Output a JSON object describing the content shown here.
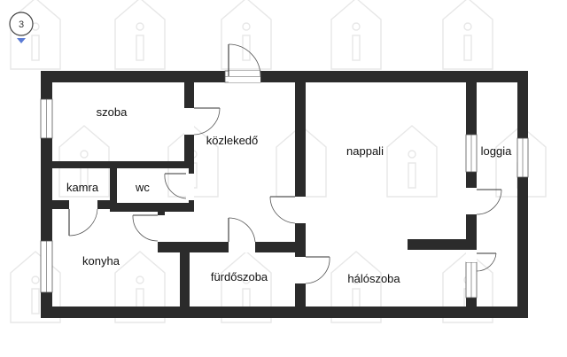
{
  "floor_badge": {
    "label": "3",
    "icon": "floor-level-icon",
    "accent": "#5b7bd5"
  },
  "rooms": {
    "szoba": "szoba",
    "kozlekedo": "közlekedő",
    "kamra": "kamra",
    "wc": "wc",
    "nappali": "nappali",
    "loggia": "loggia",
    "konyha": "konyha",
    "furdoszoba": "fürdőszoba",
    "haloszoba": "hálószoba"
  },
  "colors": {
    "wall": "#2b2b2b",
    "watermark": "#e7e7e7",
    "background": "#ffffff"
  },
  "watermark_icon": "house-info-icon"
}
